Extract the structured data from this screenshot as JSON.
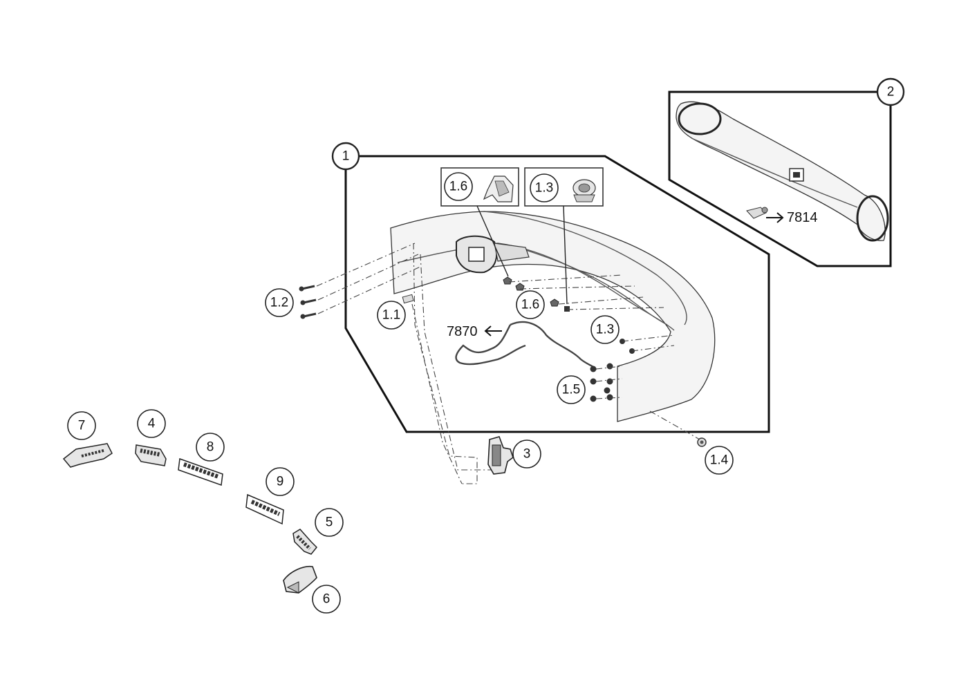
{
  "callouts": {
    "c1": "1",
    "c2": "2",
    "c3": "3",
    "c4": "4",
    "c5": "5",
    "c6": "6",
    "c7": "7",
    "c8": "8",
    "c9": "9",
    "c1_1": "1.1",
    "c1_2": "1.2",
    "c1_3_box": "1.3",
    "c1_3": "1.3",
    "c1_4": "1.4",
    "c1_5": "1.5",
    "c1_6_box": "1.6",
    "c1_6": "1.6"
  },
  "references": {
    "harness_ref": "7870",
    "grille_ref": "7814"
  },
  "icons": {
    "arrow_left": "arrow-left-icon",
    "arrow_right": "arrow-right-icon"
  }
}
